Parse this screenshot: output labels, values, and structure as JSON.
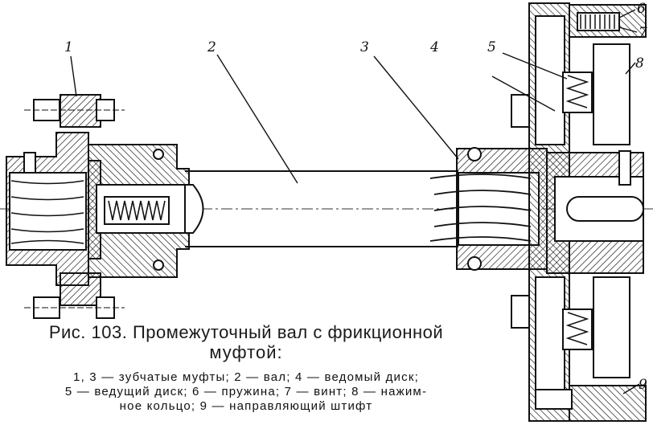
{
  "figure": {
    "part_labels": [
      "1",
      "2",
      "3",
      "4",
      "5",
      "6",
      "7",
      "8",
      "9"
    ]
  },
  "caption": {
    "title": "Рис. 103. Промежуточный вал с фрикционной",
    "title_cont": "муфтой:",
    "legend_lines": [
      "1, 3 — зубчатые муфты;   2 — вал;   4 — ведомый диск;",
      "5 — ведущий диск;   6 — пружина;   7 — винт;   8 — нажим-",
      "ное кольцо;  9 — направляющий штифт"
    ]
  }
}
